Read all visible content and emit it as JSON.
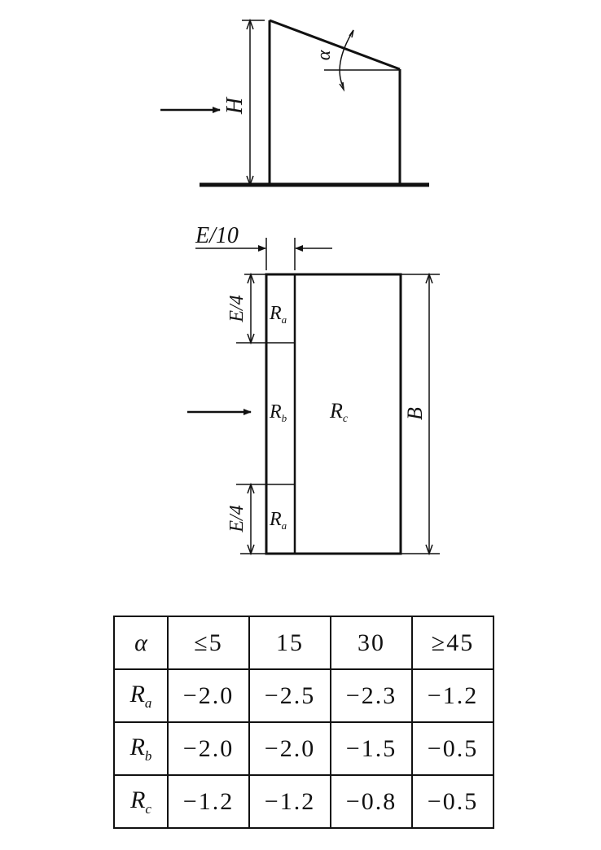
{
  "elevation": {
    "height_label": "H",
    "angle_label": "α"
  },
  "plan": {
    "edge_strip_label": "E/10",
    "corner_length_label": "E/4",
    "width_label": "B",
    "zone_a": {
      "main": "R",
      "sub": "a"
    },
    "zone_b": {
      "main": "R",
      "sub": "b"
    },
    "zone_c": {
      "main": "R",
      "sub": "c"
    }
  },
  "table": {
    "header": [
      "α",
      "≤5",
      "15",
      "30",
      "≥45"
    ],
    "rows": [
      {
        "main": "R",
        "sub": "a",
        "values": [
          "−2.0",
          "−2.5",
          "−2.3",
          "−1.2"
        ]
      },
      {
        "main": "R",
        "sub": "b",
        "values": [
          "−2.0",
          "−2.0",
          "−1.5",
          "−0.5"
        ]
      },
      {
        "main": "R",
        "sub": "c",
        "values": [
          "−1.2",
          "−1.2",
          "−0.8",
          "−0.5"
        ]
      }
    ]
  }
}
